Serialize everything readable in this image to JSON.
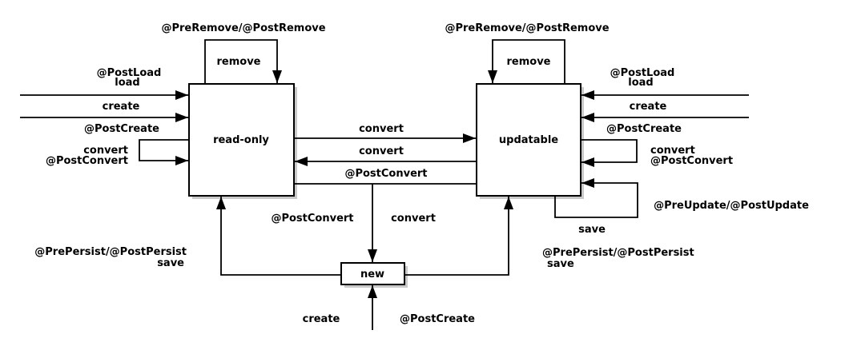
{
  "colors": {
    "line": "#000000",
    "box_fill": "#ffffff",
    "box_border": "#000000",
    "box_shadow": "#c9c9c9",
    "text": "#000000",
    "background": "#ffffff"
  },
  "diagram": {
    "type": "state-lifecycle-diagram",
    "states": {
      "read_only": "read-only",
      "updatable": "updatable",
      "new_state": "new"
    },
    "transitions": {
      "readonly_remove": {
        "callback": "@PreRemove/@PostRemove",
        "action": "remove"
      },
      "updatable_remove": {
        "callback": "@PreRemove/@PostRemove",
        "action": "remove"
      },
      "readonly_load": {
        "callback": "@PostLoad",
        "action": "load"
      },
      "readonly_create": {
        "action": "create",
        "callback": "@PostCreate"
      },
      "readonly_convert_self": {
        "action": "convert",
        "callback": "@PostConvert"
      },
      "readonly_to_updatable": {
        "action": "convert"
      },
      "updatable_to_readonly": {
        "action": "convert",
        "callback": "@PostConvert"
      },
      "convert_to_new": {
        "callback": "@PostConvert",
        "action": "convert"
      },
      "updatable_load": {
        "callback": "@PostLoad",
        "action": "load"
      },
      "updatable_create": {
        "action": "create",
        "callback": "@PostCreate"
      },
      "updatable_convert_self": {
        "action": "convert",
        "callback": "@PostConvert"
      },
      "updatable_save_self": {
        "action": "save",
        "callback": "@PreUpdate/@PostUpdate"
      },
      "new_to_readonly": {
        "callback": "@PrePersist/@PostPersist",
        "action": "save"
      },
      "new_to_updatable": {
        "callback": "@PrePersist/@PostPersist",
        "action": "save"
      },
      "new_create": {
        "action": "create",
        "callback": "@PostCreate"
      }
    }
  }
}
